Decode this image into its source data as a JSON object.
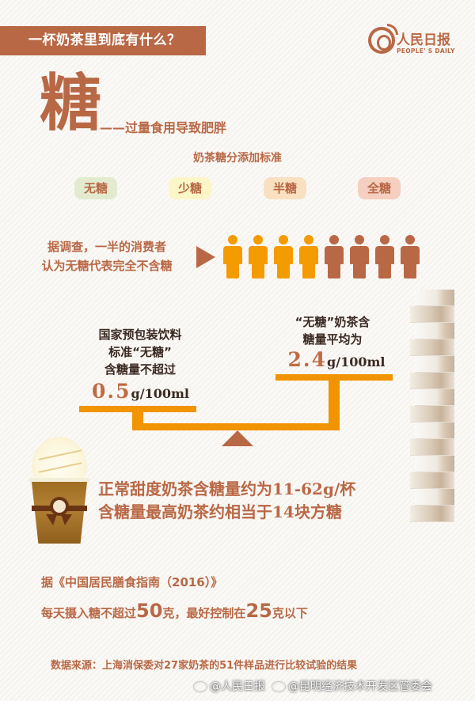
{
  "header": {
    "title": "一杯奶茶里到底有什么？",
    "logo": {
      "name": "people-daily-logo",
      "cn": "人民日报",
      "en": "PEOPLE' S DAILY"
    }
  },
  "topic": {
    "char": "糖",
    "subtitle": "——过量食用导致肥胖"
  },
  "sugar_standard": {
    "title": "奶茶糖分添加标准",
    "levels": [
      {
        "label": "无糖",
        "color": "#e3ebcf"
      },
      {
        "label": "少糖",
        "color": "#fbf6c8"
      },
      {
        "label": "半糖",
        "color": "#f8e0c0"
      },
      {
        "label": "全糖",
        "color": "#f5cfbf"
      }
    ]
  },
  "survey": {
    "line1": "据调查，一半的消费者",
    "line2": "认为无糖代表完全不含糖",
    "people_total": 8,
    "people_highlighted": 4,
    "highlight_color": "#f49b00",
    "normal_color": "#b96845"
  },
  "balance": {
    "left": {
      "line1": "国家预包装饮料",
      "line2": "标准“无糖”",
      "line3": "含糖量不超过",
      "value": "0.5",
      "unit": "g/100ml"
    },
    "right": {
      "line1": "“无糖”奶茶含",
      "line2": "糖量平均为",
      "value": "2.4",
      "unit": "g/100ml"
    },
    "bar_color": "#f29300",
    "fulcrum_color": "#b96845"
  },
  "facts": {
    "line1": "正常甜度奶茶含糖量约为11-62g/杯",
    "line2": "含糖量最高奶茶约相当于14块方糖",
    "cube_count": 14
  },
  "guideline": {
    "line1": "据《中国居民膳食指南（2016）》",
    "line2_a": "每天摄入糖不超过",
    "line2_num1": "50",
    "line2_b": "克，最好控制在",
    "line2_num2": "25",
    "line2_c": "克以下"
  },
  "source": "数据来源：上海消保委对27家奶茶的51件样品进行比较试验的结果",
  "watermark": {
    "account1": "@人民日报",
    "account2": "@昆明经济技术开发区管委会"
  }
}
